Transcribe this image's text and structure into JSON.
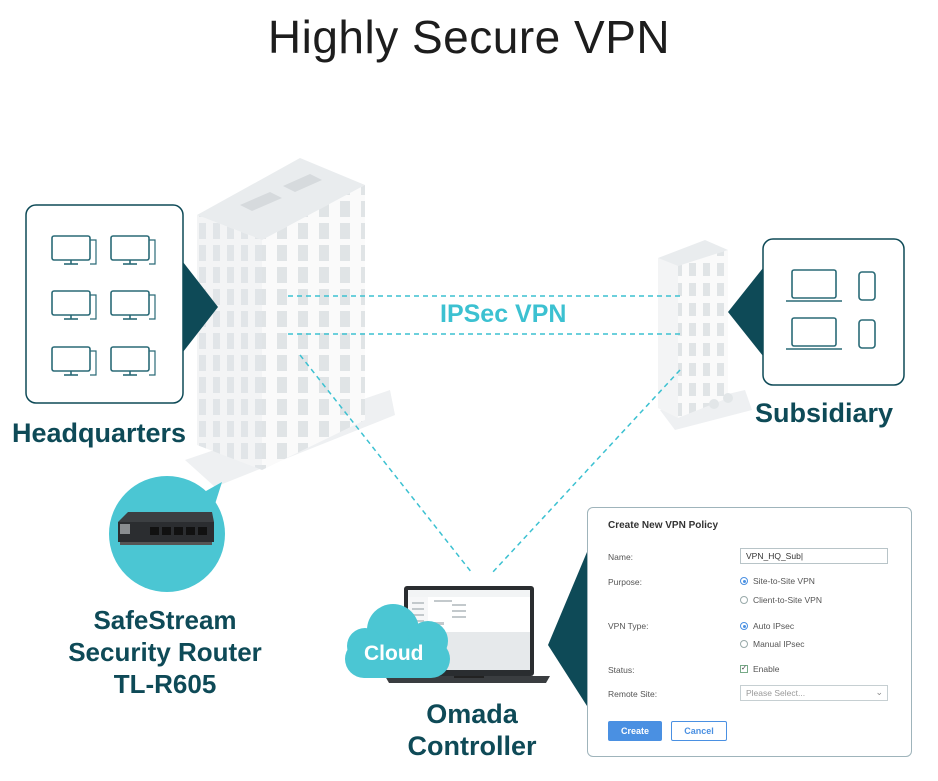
{
  "title": "Highly Secure VPN",
  "labels": {
    "headquarters": "Headquarters",
    "subsidiary": "Subsidiary",
    "ipsec": "IPSec VPN",
    "cloud": "Cloud",
    "router_line1": "SafeStream",
    "router_line2": "Security Router",
    "router_line3": "TL-R605",
    "omada_line1": "Omada",
    "omada_line2": "Controller"
  },
  "vpn_panel": {
    "title": "Create New VPN Policy",
    "name_label": "Name:",
    "name_value": "VPN_HQ_Sub",
    "purpose_label": "Purpose:",
    "purpose_options": [
      "Site-to-Site VPN",
      "Client-to-Site VPN"
    ],
    "vpn_type_label": "VPN Type:",
    "vpn_type_options": [
      "Auto IPsec",
      "Manual IPsec"
    ],
    "status_label": "Status:",
    "status_option": "Enable",
    "remote_site_label": "Remote Site:",
    "remote_site_placeholder": "Please Select...",
    "create_label": "Create",
    "cancel_label": "Cancel"
  },
  "colors": {
    "dark_teal": "#0e4a57",
    "accent_cyan": "#3cc1d1",
    "button_blue": "#4a90e2"
  }
}
